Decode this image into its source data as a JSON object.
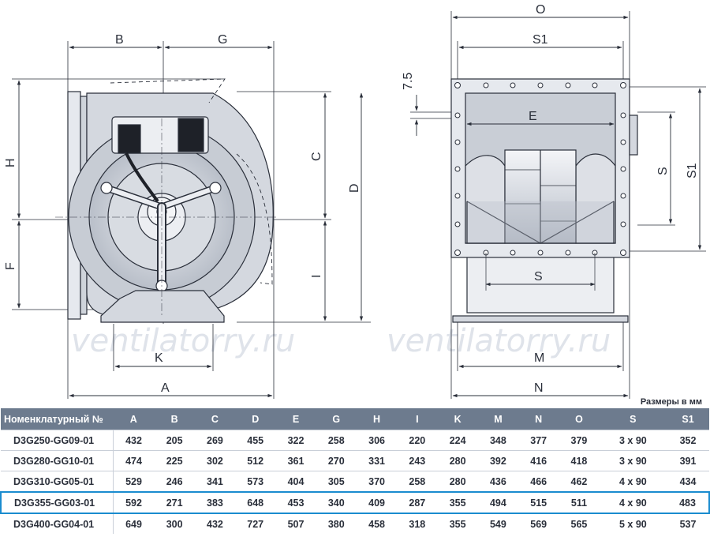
{
  "watermark": "ventilatorry.ru",
  "dimension_labels": {
    "B": "B",
    "G": "G",
    "H": "H",
    "F": "F",
    "C": "C",
    "D": "D",
    "I": "I",
    "K": "K",
    "A": "A",
    "O": "O",
    "S1_top": "S1",
    "E": "E",
    "S_right": "S",
    "S1_right": "S1",
    "S_bottom": "S",
    "M": "M",
    "N": "N",
    "offset": "7.5"
  },
  "units_note": "Размеры в мм",
  "colors": {
    "header": "#6d7b8e",
    "highlight": "#1a8ccf",
    "body_fill": "#d4d8df",
    "outline": "#2a2f3a"
  },
  "table": {
    "columns": [
      "Номенклатурный №",
      "A",
      "B",
      "C",
      "D",
      "E",
      "G",
      "H",
      "I",
      "K",
      "M",
      "N",
      "O",
      "S",
      "S1"
    ],
    "rows": [
      [
        "D3G250-GG09-01",
        "432",
        "205",
        "269",
        "455",
        "322",
        "258",
        "306",
        "220",
        "224",
        "348",
        "377",
        "379",
        "3 x 90",
        "352"
      ],
      [
        "D3G280-GG10-01",
        "474",
        "225",
        "302",
        "512",
        "361",
        "270",
        "331",
        "243",
        "280",
        "392",
        "416",
        "418",
        "3 x 90",
        "391"
      ],
      [
        "D3G310-GG05-01",
        "529",
        "246",
        "341",
        "573",
        "404",
        "305",
        "370",
        "258",
        "280",
        "436",
        "466",
        "462",
        "4 x 90",
        "434"
      ],
      [
        "D3G355-GG03-01",
        "592",
        "271",
        "383",
        "648",
        "453",
        "340",
        "409",
        "287",
        "355",
        "494",
        "515",
        "511",
        "4 x 90",
        "483"
      ],
      [
        "D3G400-GG04-01",
        "649",
        "300",
        "432",
        "727",
        "507",
        "380",
        "458",
        "318",
        "355",
        "549",
        "569",
        "565",
        "5 x 90",
        "537"
      ]
    ],
    "highlighted_row": 3
  }
}
